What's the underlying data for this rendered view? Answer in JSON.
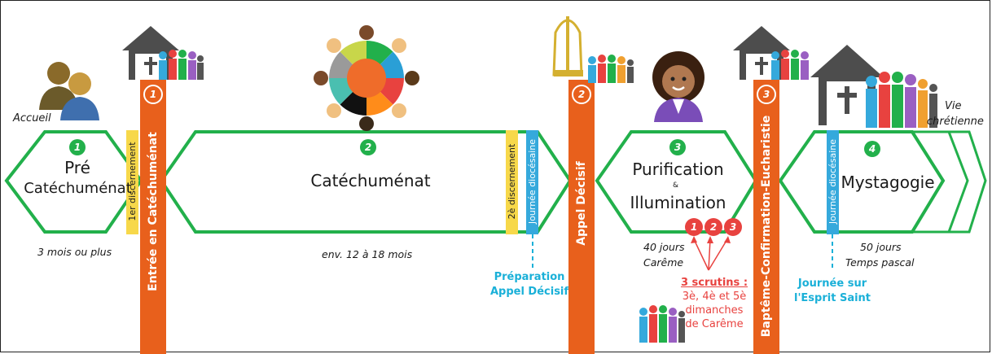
{
  "stages": [
    {
      "number": "1",
      "title_line1": "Pré",
      "title_line2": "Catéchuménat",
      "duration": "3 mois ou plus"
    },
    {
      "number": "2",
      "title": "Catéchuménat",
      "duration": "env. 12 à 18 mois"
    },
    {
      "number": "3",
      "title_line1": "Purification",
      "connector": "&",
      "title_line2": "Illumination",
      "duration_line1": "40 jours",
      "duration_line2": "Carême"
    },
    {
      "number": "4",
      "title": "Mystagogie",
      "duration_line1": "50 jours",
      "duration_line2": "Temps pascal"
    }
  ],
  "rites": [
    {
      "number": "1",
      "label": "Entrée en Catéchuménat"
    },
    {
      "number": "2",
      "label": "Appel Décisif"
    },
    {
      "number": "3",
      "label": "Baptême-Confirmation-Eucharistie"
    }
  ],
  "bands": {
    "discern1": "1er discernement",
    "discern2": "2è discernement",
    "journee1": "Journée diocésaine",
    "journee2": "Journée diocésaine"
  },
  "labels": {
    "accueil": "Accueil",
    "vie_line1": "Vie",
    "vie_line2": "chrétienne",
    "prep_line1": "Préparation",
    "prep_line2": "Appel Décisif",
    "esprit_line1": "Journée sur",
    "esprit_line2": "l'Esprit Saint",
    "scrutins_title": "3 scrutins :",
    "scrutins_line1": "3è, 4è et 5è",
    "scrutins_line2": "dimanches",
    "scrutins_line3": "de Carême"
  },
  "scrutin_badges": [
    "1",
    "2",
    "3"
  ],
  "colors": {
    "green": "#22b04b",
    "orange": "#e8601c",
    "yellow": "#f7d84a",
    "blue": "#35a9dc",
    "red": "#e8423f",
    "cyan": "#1ab0d8",
    "gray": "#555555"
  }
}
